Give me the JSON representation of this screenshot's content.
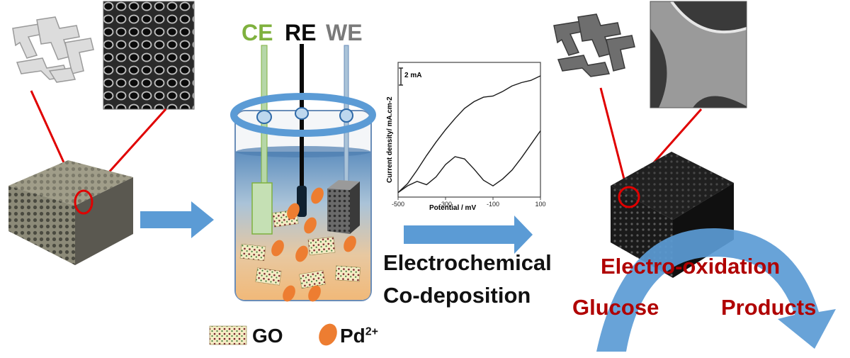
{
  "electrodes": {
    "ce": "CE",
    "re": "RE",
    "we": "WE"
  },
  "step": {
    "line1": "Electrochemical",
    "line2": "Co-deposition"
  },
  "oxidation": {
    "title": "Electro-oxidation",
    "reactant": "Glucose",
    "product": "Products"
  },
  "legend": {
    "go": "GO",
    "pd": "Pd",
    "pd_charge": "2+"
  },
  "colors": {
    "ce": "#7fb13e",
    "re": "#0a0a0a",
    "we": "#7a7a7a",
    "arrow_blue": "#5b9bd5",
    "red_text": "#b00000",
    "pd_orange": "#ed7d31",
    "electrolyte_top": "#5f8fbf",
    "electrolyte_bottom": "#f1b979"
  },
  "chart_data": {
    "type": "line",
    "title": "",
    "xlabel": "Potential / mV",
    "ylabel": "Current density/ mA.cm-2",
    "xlim": [
      -500,
      100
    ],
    "x_ticks": [
      -500,
      -300,
      -100,
      100
    ],
    "scale_bar": "2 mA",
    "series": [
      {
        "x": [
          -500,
          -460,
          -420,
          -380,
          -340,
          -300,
          -260,
          -220,
          -180,
          -140,
          -100,
          -60,
          -20,
          20,
          60,
          100
        ],
        "y": [
          -0.6,
          0.2,
          1.4,
          2.7,
          3.9,
          5.0,
          6.0,
          6.9,
          7.5,
          7.9,
          8.0,
          8.4,
          8.9,
          9.2,
          9.4,
          9.8
        ]
      },
      {
        "x": [
          100,
          60,
          20,
          -20,
          -60,
          -100,
          -140,
          -180,
          -220,
          -260,
          -300,
          -340,
          -380,
          -420,
          -460,
          -500
        ],
        "y": [
          4.9,
          3.7,
          2.5,
          1.4,
          0.6,
          0.0,
          0.5,
          1.5,
          2.4,
          2.6,
          1.9,
          0.8,
          0.1,
          0.4,
          0.0,
          -0.6
        ]
      }
    ]
  }
}
